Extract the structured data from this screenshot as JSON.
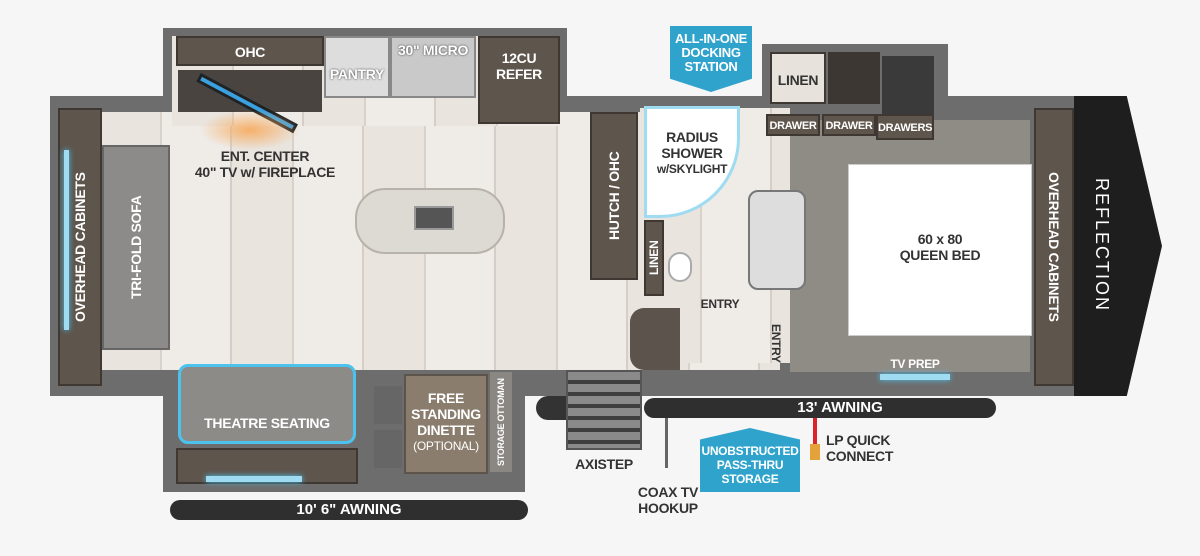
{
  "labels": {
    "ohc": "OHC",
    "pantry": "PANTRY",
    "micro": "30\" MICRO",
    "refer_line1": "12CU",
    "refer_line2": "REFER",
    "ent_line1": "ENT. CENTER",
    "ent_line2": "40\" TV w/ FIREPLACE",
    "overhead_left": "OVERHEAD CABINETS",
    "sofa": "TRI-FOLD SOFA",
    "hutch": "HUTCH / OHC",
    "linen_bath": "LINEN",
    "shower_line1": "RADIUS",
    "shower_line2": "SHOWER",
    "shower_line3": "w/SKYLIGHT",
    "entry_bath": "ENTRY",
    "entry_bed": "ENTRY",
    "linen_top": "LINEN",
    "drawer1": "DRAWER",
    "drawer2": "DRAWER",
    "drawers": "DRAWERS",
    "bed_line1": "60 x 80",
    "bed_line2": "QUEEN BED",
    "overhead_right": "OVERHEAD CABINETS",
    "brand": "REFLECTION",
    "tv_prep": "TV PREP",
    "theatre": "THEATRE SEATING",
    "dinette_line1": "FREE",
    "dinette_line2": "STANDING",
    "dinette_line3": "DINETTE",
    "dinette_line4": "(OPTIONAL)",
    "ottoman": "STORAGE OTTOMAN",
    "axistep": "AXISTEP",
    "coax_line1": "COAX TV",
    "coax_line2": "HOOKUP",
    "lp_line1": "LP QUICK",
    "lp_line2": "CONNECT",
    "awning_rear": "10' 6\" AWNING",
    "awning_side": "13' AWNING"
  },
  "callouts": {
    "docking_line1": "ALL-IN-ONE",
    "docking_line2": "DOCKING",
    "docking_line3": "STATION",
    "storage_line1": "UNOBSTRUCTED",
    "storage_line2": "PASS-THRU",
    "storage_line3": "STORAGE"
  },
  "colors": {
    "callout_blue": "#2fa3cc",
    "awning": "#2f2f2f",
    "wall": "#6d6d6d"
  }
}
